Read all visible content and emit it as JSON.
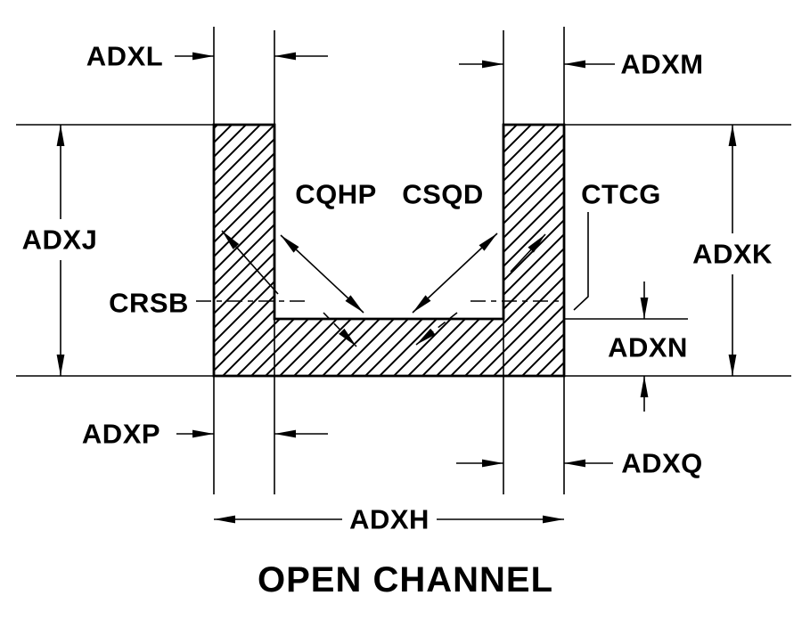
{
  "title": "OPEN CHANNEL",
  "labels": {
    "adxl": "ADXL",
    "adxm": "ADXM",
    "adxj": "ADXJ",
    "adxk": "ADXK",
    "cqhp": "CQHP",
    "csqd": "CSQD",
    "ctcg": "CTCG",
    "crsb": "CRSB",
    "adxn": "ADXN",
    "adxp": "ADXP",
    "adxq": "ADXQ",
    "adxh": "ADXH"
  },
  "colors": {
    "ink": "#000000",
    "background": "#ffffff"
  }
}
